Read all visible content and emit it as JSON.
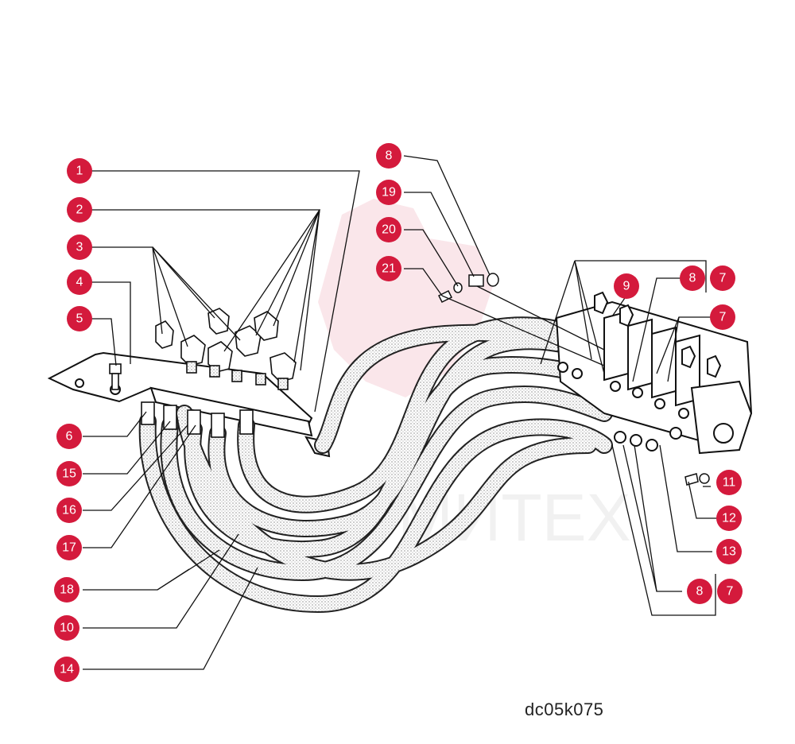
{
  "diagram": {
    "code": "dc05k075",
    "watermark_text": "МИТЕХ",
    "callout_color": "#d41a3c",
    "callouts": [
      {
        "id": "c1",
        "label": "1"
      },
      {
        "id": "c2",
        "label": "2"
      },
      {
        "id": "c3",
        "label": "3"
      },
      {
        "id": "c4",
        "label": "4"
      },
      {
        "id": "c5",
        "label": "5"
      },
      {
        "id": "c6",
        "label": "6"
      },
      {
        "id": "c15",
        "label": "15"
      },
      {
        "id": "c16",
        "label": "16"
      },
      {
        "id": "c17",
        "label": "17"
      },
      {
        "id": "c18",
        "label": "18"
      },
      {
        "id": "c10",
        "label": "10"
      },
      {
        "id": "c14",
        "label": "14"
      },
      {
        "id": "c8a",
        "label": "8"
      },
      {
        "id": "c19",
        "label": "19"
      },
      {
        "id": "c20",
        "label": "20"
      },
      {
        "id": "c21",
        "label": "21"
      },
      {
        "id": "c9",
        "label": "9"
      },
      {
        "id": "c8b",
        "label": "8"
      },
      {
        "id": "c7a",
        "label": "7"
      },
      {
        "id": "c7b",
        "label": "7"
      },
      {
        "id": "c11",
        "label": "11"
      },
      {
        "id": "c12",
        "label": "12"
      },
      {
        "id": "c13",
        "label": "13"
      },
      {
        "id": "c8c",
        "label": "8"
      },
      {
        "id": "c7c",
        "label": "7"
      }
    ]
  }
}
